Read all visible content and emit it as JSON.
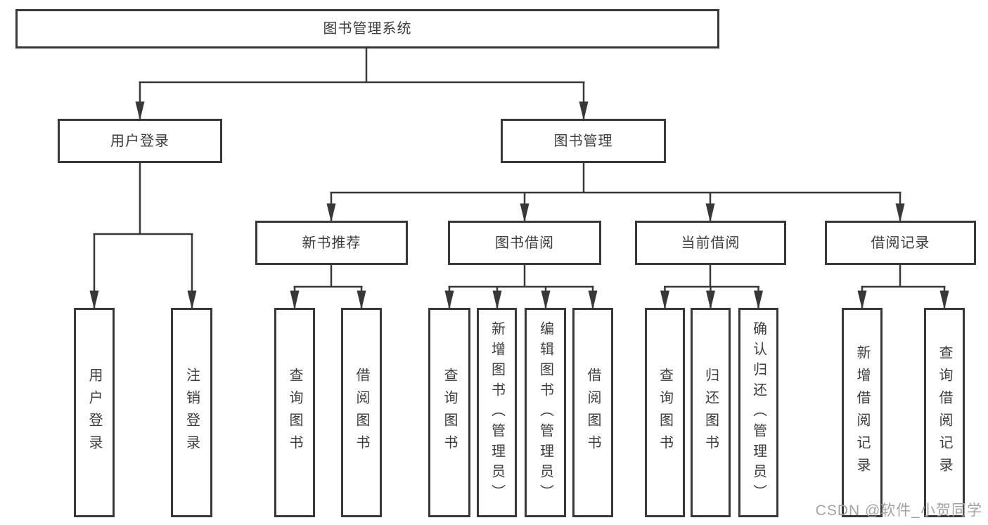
{
  "colors": {
    "background": "#ffffff",
    "line": "#383838",
    "text": "#3d3d3d",
    "watermark": "#a3a3a3"
  },
  "diagram": {
    "title": "图书管理系统",
    "nodes": {
      "root": "图书管理系统",
      "user_login": "用户登录",
      "book_management": "图书管理",
      "new_book_rec": "新书推荐",
      "book_borrow": "图书借阅",
      "current_borrow": "当前借阅",
      "borrow_records": "借阅记录",
      "leaf_user_login": "用户登录",
      "leaf_logout": "注销登录",
      "leaf_rec_query": "查询图书",
      "leaf_rec_borrow": "借阅图书",
      "leaf_bor_query": "查询图书",
      "leaf_bor_add": "新增图书（管理员）",
      "leaf_bor_edit": "编辑图书（管理员）",
      "leaf_bor_borrow": "借阅图书",
      "leaf_cur_query": "查询图书",
      "leaf_cur_return": "归还图书",
      "leaf_cur_confirm": "确认归还（管理员）",
      "leaf_rcd_add": "新增借阅记录",
      "leaf_rcd_query": "查询借阅记录"
    }
  },
  "watermark": "CSDN @软件_小贺同学"
}
